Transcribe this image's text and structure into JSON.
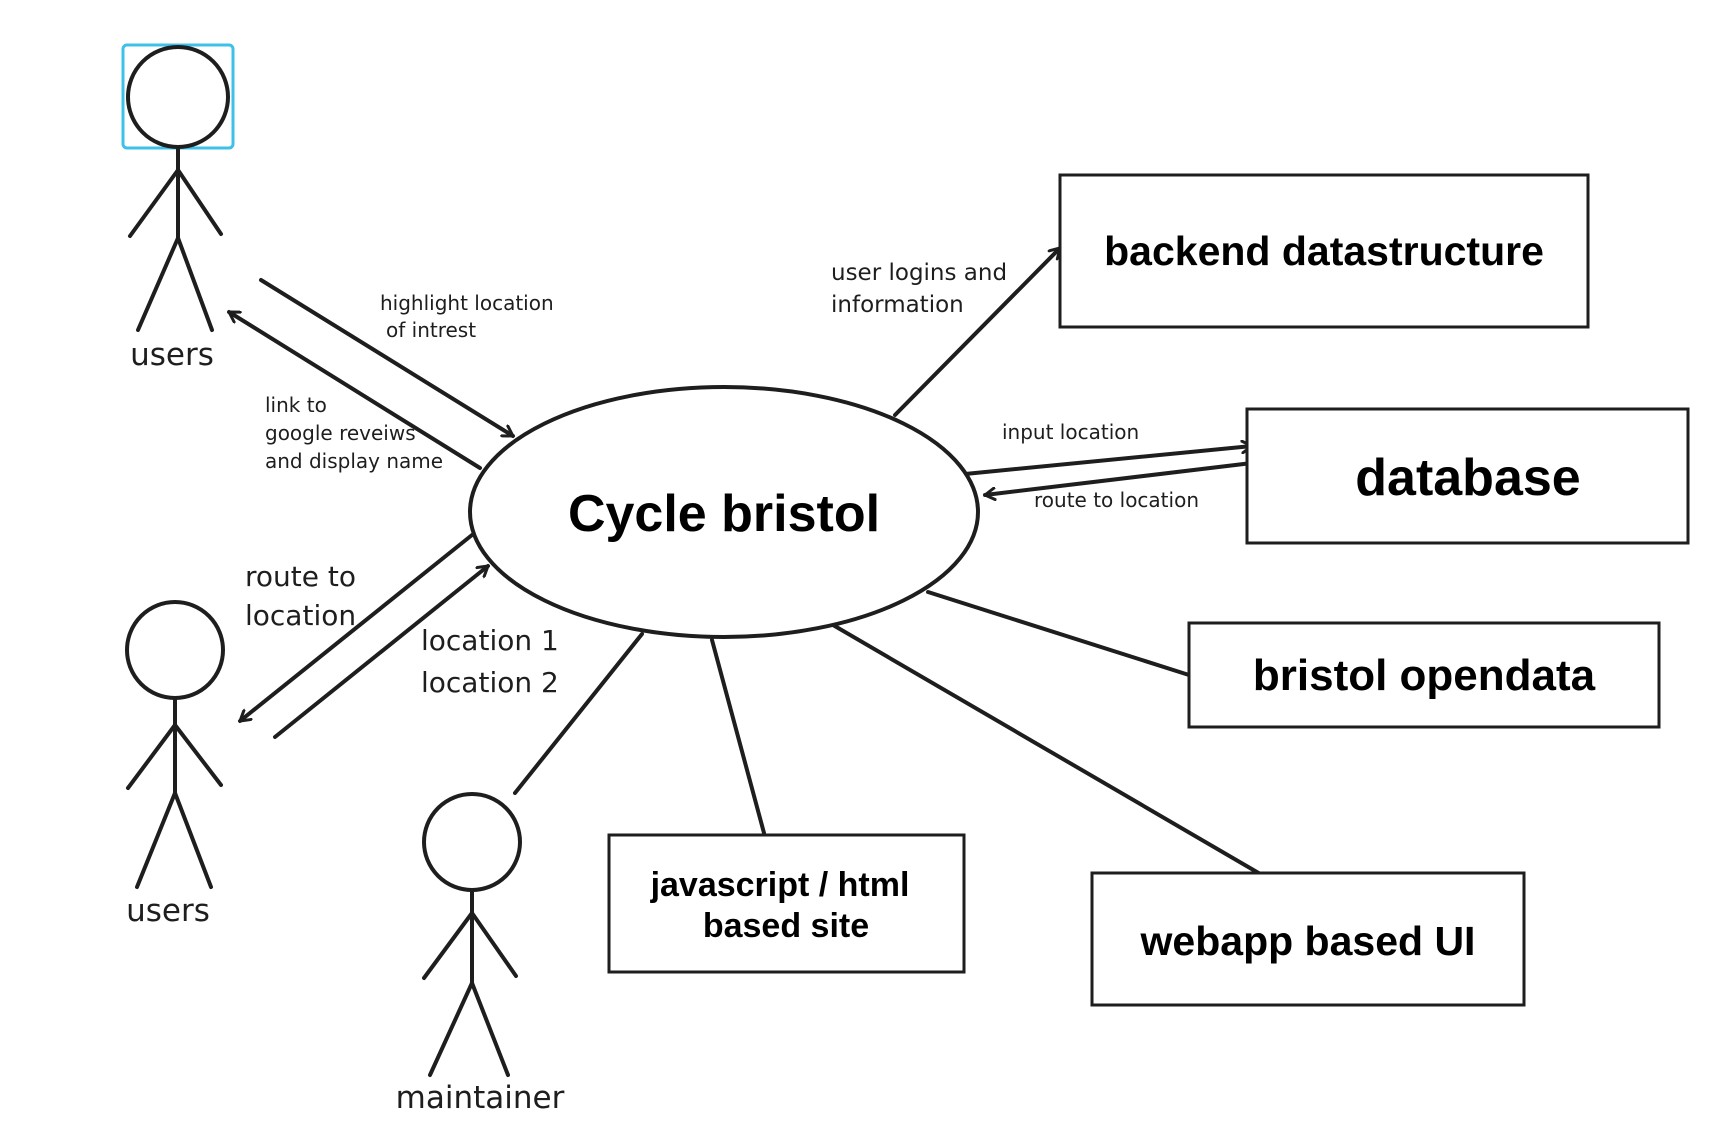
{
  "center": {
    "label": "Cycle bristol"
  },
  "actors": {
    "users_top": {
      "label": "users",
      "selected": true
    },
    "users_bottom": {
      "label": "users"
    },
    "maintainer": {
      "label": "maintainer"
    }
  },
  "boxes": {
    "backend": {
      "label": "backend datastructure"
    },
    "database": {
      "label": "database"
    },
    "opendata": {
      "label": "bristol opendata"
    },
    "webapp": {
      "label": "webapp based UI"
    },
    "site": {
      "line1": "javascript / html",
      "line2": "based site"
    }
  },
  "edge_labels": {
    "highlight": {
      "line1": "highlight location",
      "line2": "of intrest"
    },
    "google": {
      "line1": "link to",
      "line2": "google reveiws",
      "line3": "and display name"
    },
    "route_users": {
      "line1": "route to",
      "line2": "location"
    },
    "locations": {
      "line1": "location 1",
      "line2": "location 2"
    },
    "logins": {
      "line1": "user logins and",
      "line2": "information"
    },
    "input_location": {
      "text": "input location"
    },
    "route_db": {
      "text": "route to location"
    }
  },
  "colors": {
    "stroke": "#1e1e1e",
    "selection": "#3ec0e8",
    "background": "#ffffff"
  }
}
